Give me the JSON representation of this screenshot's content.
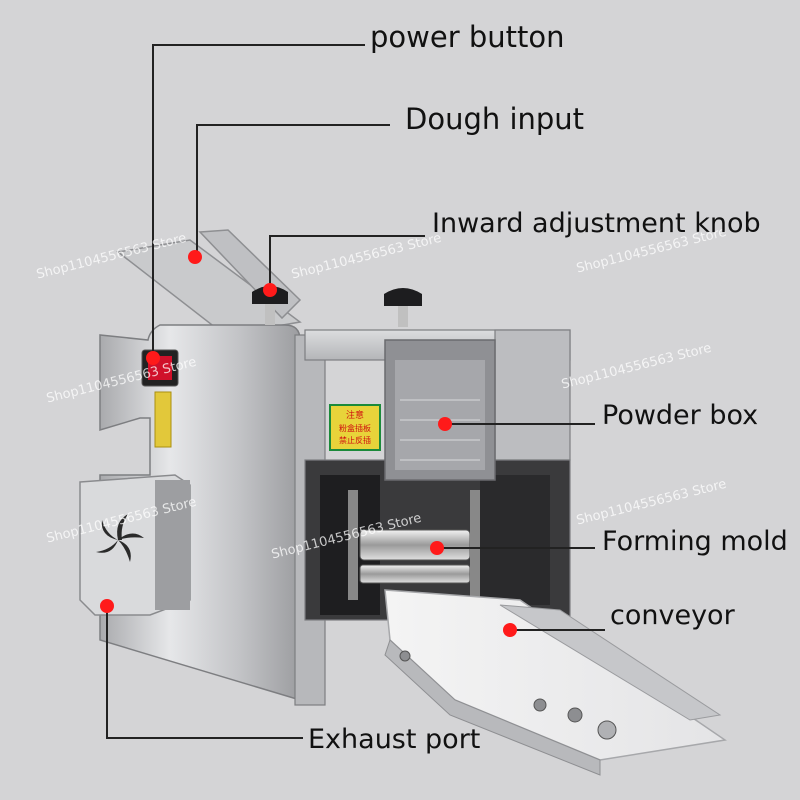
{
  "labels": {
    "power_button": "power button",
    "dough_input": "Dough input",
    "inward_knob": "Inward adjustment knob",
    "powder_box": "Powder box",
    "forming_mold": "Forming mold",
    "conveyor": "conveyor",
    "exhaust_port": "Exhaust port"
  },
  "warning_sticker": {
    "title": "注意",
    "line1": "粉盒插板",
    "line2": "禁止反插"
  },
  "watermark_text": "Shop1104556563 Store",
  "colors": {
    "background": "#d4d4d6",
    "marker": "#ff1a1a",
    "line": "#222222",
    "power_switch": "#d0102a"
  }
}
